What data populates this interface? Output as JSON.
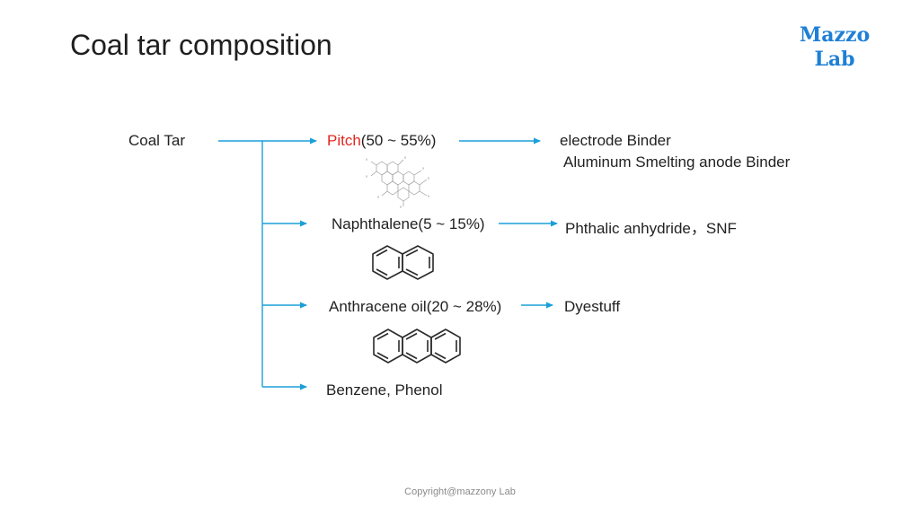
{
  "title": "Coal tar composition",
  "logo": {
    "line1": "Mazzo",
    "line2": "Lab"
  },
  "source": "Coal Tar",
  "branches": [
    {
      "name": "Pitch",
      "share": "(50 ~ 55%)",
      "products": [
        "electrode Binder",
        "Aluminum Smelting anode Binder"
      ]
    },
    {
      "name": "Naphthalene",
      "share": "(5 ~ 15%)",
      "products": [
        "Phthalic anhydride，SNF"
      ]
    },
    {
      "name": "Anthracene oil",
      "share": "(20 ~ 28%)",
      "products": [
        "Dyestuff"
      ]
    },
    {
      "name": "Benzene, Phenol",
      "share": "",
      "products": []
    }
  ],
  "footer": "Copyright@mazzony Lab",
  "colors": {
    "arrow": "#1a9fd8",
    "pitch": "#e0281f",
    "logo": "#1e7fd6"
  }
}
